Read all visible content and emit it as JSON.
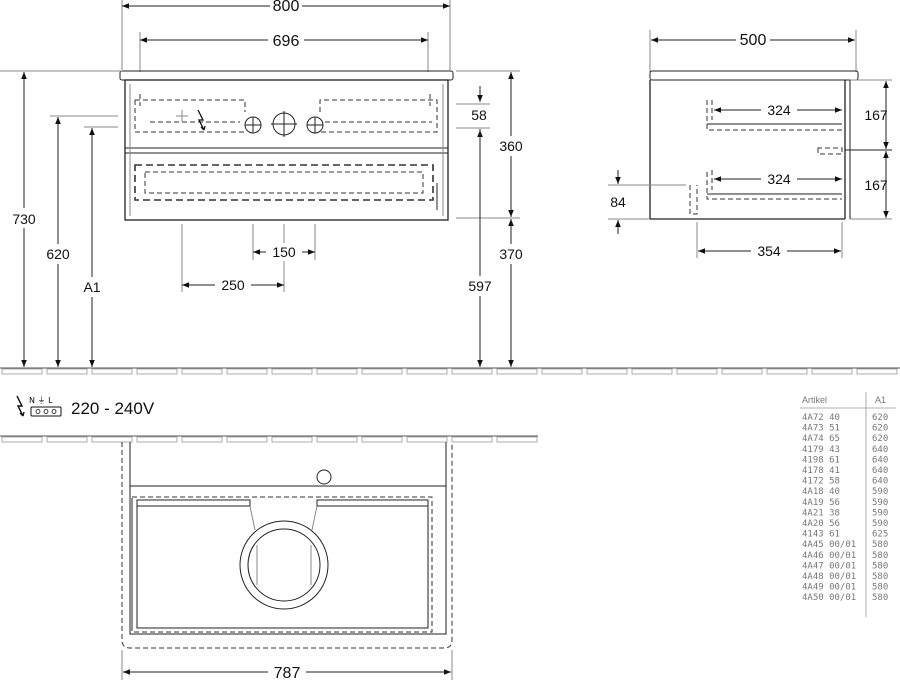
{
  "front_view": {
    "width_overall": "800",
    "width_inner": "696",
    "height_total": "730",
    "height_mid": "620",
    "height_a1": "A1",
    "height_top": "360",
    "height_lower": "370",
    "height_597": "597",
    "drawer_gap": "58",
    "siphon_spacing": "150",
    "siphon_offset": "250"
  },
  "side_view": {
    "depth": "500",
    "drawer_top_depth": "324",
    "drawer_bottom_depth": "324",
    "drawer_bottom_base": "354",
    "drawer_height_top": "167",
    "drawer_height_bottom": "167",
    "offset_84": "84"
  },
  "plan_view": {
    "width": "787"
  },
  "power": {
    "symbol_labels": "N ⏚ L",
    "voltage": "220 - 240V"
  },
  "table": {
    "headers": [
      "Artikel",
      "A1"
    ],
    "rows": [
      [
        "4A72  40",
        "620"
      ],
      [
        "4A73  51",
        "620"
      ],
      [
        "4A74  65",
        "620"
      ],
      [
        "4179  43",
        "640"
      ],
      [
        "4198  61",
        "640"
      ],
      [
        "4178  41",
        "640"
      ],
      [
        "4172  58",
        "640"
      ],
      [
        "4A18  40",
        "590"
      ],
      [
        "4A19  56",
        "590"
      ],
      [
        "4A21  38",
        "590"
      ],
      [
        "4A20  56",
        "590"
      ],
      [
        "4143  61",
        "625"
      ],
      [
        "4A45  00/01",
        "580"
      ],
      [
        "4A46  00/01",
        "580"
      ],
      [
        "4A47  00/01",
        "580"
      ],
      [
        "4A48  00/01",
        "580"
      ],
      [
        "4A49  00/01",
        "580"
      ],
      [
        "4A50  00/01",
        "580"
      ]
    ]
  }
}
